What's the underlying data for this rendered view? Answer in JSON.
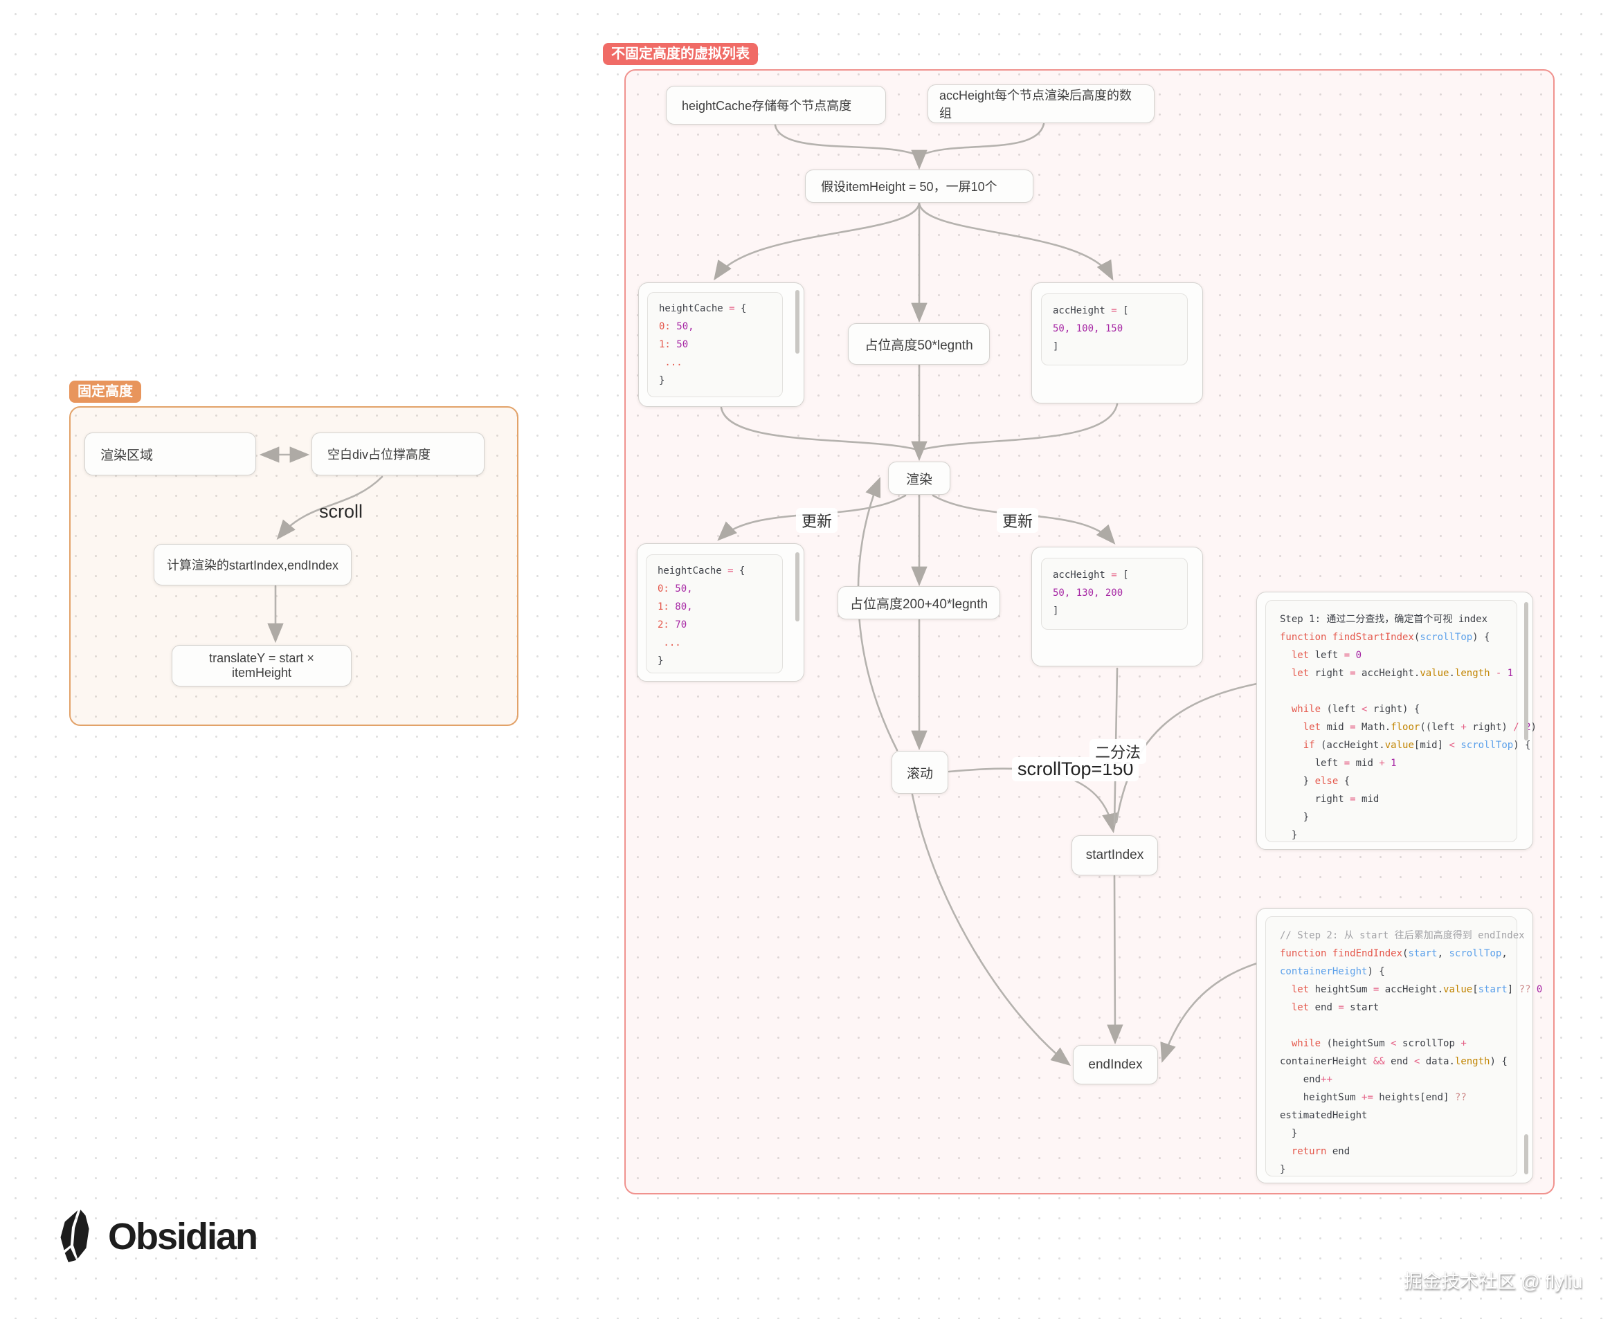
{
  "groups": {
    "fixed": {
      "label": "固定高度"
    },
    "dynamic": {
      "label": "不固定高度的虚拟列表"
    }
  },
  "nodes": {
    "render_area": "渲染区域",
    "blank_div": "空白div占位撑高度",
    "calc_index": "计算渲染的startIndex,endIndex",
    "translate_y": "translateY = start × itemHeight",
    "height_cache_desc": "heightCache存储每个节点高度",
    "acc_height_desc": "accHeight每个节点渲染后高度的数组",
    "assumption": "假设itemHeight = 50，一屏10个",
    "placeholder_50": "占位高度50*legnth",
    "render": "渲染",
    "placeholder_200": "占位高度200+40*legnth",
    "scroll_node": "滚动",
    "start_index": "startIndex",
    "end_index": "endIndex"
  },
  "edge_labels": {
    "scroll": "scroll",
    "update_left": "更新",
    "update_right": "更新",
    "scroll_top": "scrollTop=150",
    "binary_search": "二分法"
  },
  "code_blocks": {
    "height_cache_1": {
      "lines": [
        [
          [
            "p",
            "heightCache "
          ],
          [
            "o",
            "="
          ],
          [
            "p",
            " {"
          ]
        ],
        [
          [
            "k",
            "0:"
          ],
          [
            "n",
            " 50,"
          ]
        ],
        [
          [
            "k",
            "1:"
          ],
          [
            "n",
            " 50"
          ]
        ],
        [
          [
            "k",
            " ..."
          ]
        ],
        [
          [
            "p",
            "}"
          ]
        ]
      ]
    },
    "acc_height_1": {
      "lines": [
        [
          [
            "p",
            "accHeight "
          ],
          [
            "o",
            "="
          ],
          [
            "p",
            " ["
          ]
        ],
        [
          [
            "n",
            "50, 100, 150"
          ]
        ],
        [
          [
            "p",
            "]"
          ]
        ]
      ]
    },
    "height_cache_2": {
      "lines": [
        [
          [
            "p",
            "heightCache "
          ],
          [
            "o",
            "="
          ],
          [
            "p",
            " {"
          ]
        ],
        [
          [
            "k",
            "0:"
          ],
          [
            "n",
            " 50,"
          ]
        ],
        [
          [
            "k",
            "1:"
          ],
          [
            "n",
            " 80,"
          ]
        ],
        [
          [
            "k",
            "2:"
          ],
          [
            "n",
            " 70"
          ]
        ],
        [
          [
            "k",
            " ..."
          ]
        ],
        [
          [
            "p",
            "}"
          ]
        ]
      ]
    },
    "acc_height_2": {
      "lines": [
        [
          [
            "p",
            "accHeight "
          ],
          [
            "o",
            "="
          ],
          [
            "p",
            " ["
          ]
        ],
        [
          [
            "n",
            "50, 130, 200"
          ]
        ],
        [
          [
            "p",
            "]"
          ]
        ]
      ]
    },
    "step1": {
      "lines": [
        [
          [
            "p",
            "Step 1: 通过二分查找，确定首个可视 index"
          ]
        ],
        [
          [
            "k",
            "function findStartIndex"
          ],
          [
            "p",
            "("
          ],
          [
            "v",
            "scrollTop"
          ],
          [
            "p",
            ") {"
          ]
        ],
        [
          [
            "k",
            "  let"
          ],
          [
            "p",
            " left "
          ],
          [
            "o",
            "="
          ],
          [
            "n",
            " 0"
          ]
        ],
        [
          [
            "k",
            "  let"
          ],
          [
            "p",
            " right "
          ],
          [
            "o",
            "="
          ],
          [
            "p",
            " accHeight."
          ],
          [
            "pr",
            "value"
          ],
          [
            "p",
            "."
          ],
          [
            "pr",
            "length"
          ],
          [
            "o",
            " -"
          ],
          [
            "n",
            " 1"
          ]
        ],
        [],
        [
          [
            "k",
            "  while"
          ],
          [
            "p",
            " (left "
          ],
          [
            "o",
            "<"
          ],
          [
            "p",
            " right) {"
          ]
        ],
        [
          [
            "k",
            "    let"
          ],
          [
            "p",
            " mid "
          ],
          [
            "o",
            "="
          ],
          [
            "p",
            " Math."
          ],
          [
            "pr",
            "floor"
          ],
          [
            "p",
            "((left "
          ],
          [
            "o",
            "+"
          ],
          [
            "p",
            " right) "
          ],
          [
            "o",
            "/"
          ],
          [
            "n",
            " 2"
          ],
          [
            "p",
            ")"
          ]
        ],
        [
          [
            "k",
            "    if"
          ],
          [
            "p",
            " (accHeight."
          ],
          [
            "pr",
            "value"
          ],
          [
            "p",
            "[mid] "
          ],
          [
            "o",
            "<"
          ],
          [
            "v",
            " scrollTop"
          ],
          [
            "p",
            ") {"
          ]
        ],
        [
          [
            "p",
            "      left "
          ],
          [
            "o",
            "="
          ],
          [
            "p",
            " mid "
          ],
          [
            "o",
            "+"
          ],
          [
            "n",
            " 1"
          ]
        ],
        [
          [
            "p",
            "    } "
          ],
          [
            "k",
            "else"
          ],
          [
            "p",
            " {"
          ]
        ],
        [
          [
            "p",
            "      right "
          ],
          [
            "o",
            "="
          ],
          [
            "p",
            " mid"
          ]
        ],
        [
          [
            "p",
            "    }"
          ]
        ],
        [
          [
            "p",
            "  }"
          ]
        ]
      ]
    },
    "step2": {
      "lines": [
        [
          [
            "c",
            "// Step 2: 从 start 往后累加高度得到 endIndex"
          ]
        ],
        [
          [
            "k",
            "function findEndIndex"
          ],
          [
            "p",
            "("
          ],
          [
            "v",
            "start"
          ],
          [
            "p",
            ", "
          ],
          [
            "v",
            "scrollTop"
          ],
          [
            "p",
            ","
          ]
        ],
        [
          [
            "v",
            "containerHeight"
          ],
          [
            "p",
            ") {"
          ]
        ],
        [
          [
            "k",
            "  let"
          ],
          [
            "p",
            " heightSum "
          ],
          [
            "o",
            "="
          ],
          [
            "p",
            " accHeight."
          ],
          [
            "pr",
            "value"
          ],
          [
            "p",
            "["
          ],
          [
            "v",
            "start"
          ],
          [
            "p",
            "] "
          ],
          [
            "q",
            "??"
          ],
          [
            "n",
            " 0"
          ]
        ],
        [
          [
            "k",
            "  let"
          ],
          [
            "p",
            " end "
          ],
          [
            "o",
            "="
          ],
          [
            "p",
            " start"
          ]
        ],
        [],
        [
          [
            "k",
            "  while"
          ],
          [
            "p",
            " (heightSum "
          ],
          [
            "o",
            "<"
          ],
          [
            "p",
            " scrollTop "
          ],
          [
            "o",
            "+"
          ]
        ],
        [
          [
            "p",
            "containerHeight "
          ],
          [
            "o",
            "&&"
          ],
          [
            "p",
            " end "
          ],
          [
            "o",
            "<"
          ],
          [
            "p",
            " data."
          ],
          [
            "pr",
            "length"
          ],
          [
            "p",
            ") {"
          ]
        ],
        [
          [
            "p",
            "    end"
          ],
          [
            "o",
            "++"
          ]
        ],
        [
          [
            "p",
            "    heightSum "
          ],
          [
            "o",
            "+="
          ],
          [
            "p",
            " heights[end] "
          ],
          [
            "q",
            "??"
          ]
        ],
        [
          [
            "p",
            "estimatedHeight"
          ]
        ],
        [
          [
            "p",
            "  }"
          ]
        ],
        [
          [
            "k",
            "  return"
          ],
          [
            "p",
            " end"
          ]
        ],
        [
          [
            "p",
            "}"
          ]
        ]
      ]
    }
  },
  "footer": {
    "brand": "Obsidian",
    "watermark": "掘金技术社区 @ flyliu"
  },
  "colors": {
    "fixed_accent": "#e8955c",
    "dynamic_accent": "#f06b66",
    "edge": "#b5b2ae",
    "keyword": "#e4564a",
    "operator": "#e45f85",
    "number": "#a626a4",
    "property": "#c18401",
    "parameter": "#5ba0ea",
    "comment": "#a2a2a6"
  }
}
